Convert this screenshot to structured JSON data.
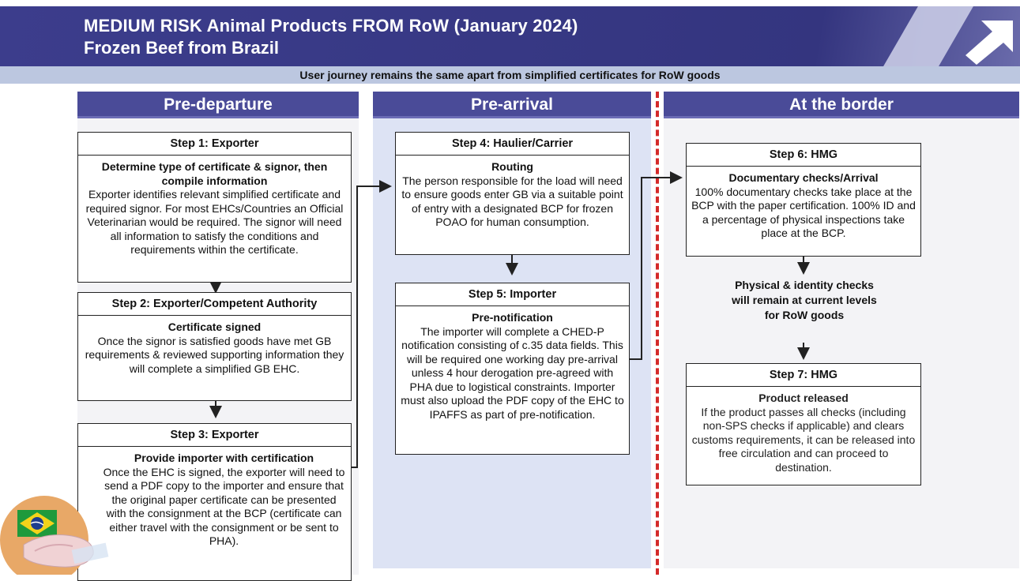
{
  "header": {
    "title_line1": "MEDIUM RISK Animal Products FROM RoW (January 2024)",
    "title_line2": "Frozen Beef from Brazil",
    "subtitle": "User journey remains the same apart from simplified certificates for RoW goods"
  },
  "phases": [
    {
      "label": "Pre-departure"
    },
    {
      "label": "Pre-arrival"
    },
    {
      "label": "At the border"
    }
  ],
  "steps": [
    {
      "title": "Step 1: Exporter",
      "subtitle": "Determine type of certificate & signor, then compile information",
      "body": "Exporter identifies relevant simplified certificate and required signor. For most EHCs/Countries an Official Veterinarian would be required. The signor will need all information  to satisfy the conditions and requirements within the certificate."
    },
    {
      "title": "Step 2: Exporter/Competent Authority",
      "subtitle": "Certificate signed",
      "body": "Once the signor is satisfied goods have met GB requirements & reviewed supporting information they will complete a simplified GB EHC."
    },
    {
      "title": "Step 3: Exporter",
      "subtitle": "Provide importer with certification",
      "body": "Once the EHC is signed, the exporter will need to send a PDF copy to the importer and ensure that the original paper certificate can be presented with the consignment at the BCP (certificate can either travel with the consignment or be sent to PHA)."
    },
    {
      "title": "Step 4: Haulier/Carrier",
      "subtitle": "Routing",
      "body": "The person responsible for the load will need to ensure goods enter GB via a suitable point of entry with a designated BCP for frozen POAO for human consumption."
    },
    {
      "title": "Step 5: Importer",
      "subtitle": "Pre-notification",
      "body": "The importer will complete a CHED-P notification consisting of c.35 data fields. This will be required one working day pre-arrival unless 4 hour derogation pre-agreed with PHA due to logistical constraints.  Importer must also upload the PDF copy of the EHC to IPAFFS as part of pre-notification."
    },
    {
      "title": "Step 6: HMG",
      "subtitle": "Documentary checks/Arrival",
      "body": "100% documentary checks take place at the BCP with the paper certification. 100% ID and a percentage of physical inspections take place at the BCP."
    },
    {
      "title": "Step 7: HMG",
      "subtitle": "Product released",
      "body": "If the product passes all checks (including non-SPS checks if applicable) and clears customs requirements, it can be released into free circulation and can proceed to destination."
    }
  ],
  "note": "Physical & identity checks will remain at current levels for RoW goods",
  "colors": {
    "header": "#34357f",
    "phase": "#4a4b98",
    "subbar": "#bcc7e0",
    "divider": "#d42a2a",
    "prearrival_bg": "#dde3f4"
  },
  "icons": [
    "logo-arrow-icon",
    "brazil-flag-icon",
    "beef-icon"
  ]
}
